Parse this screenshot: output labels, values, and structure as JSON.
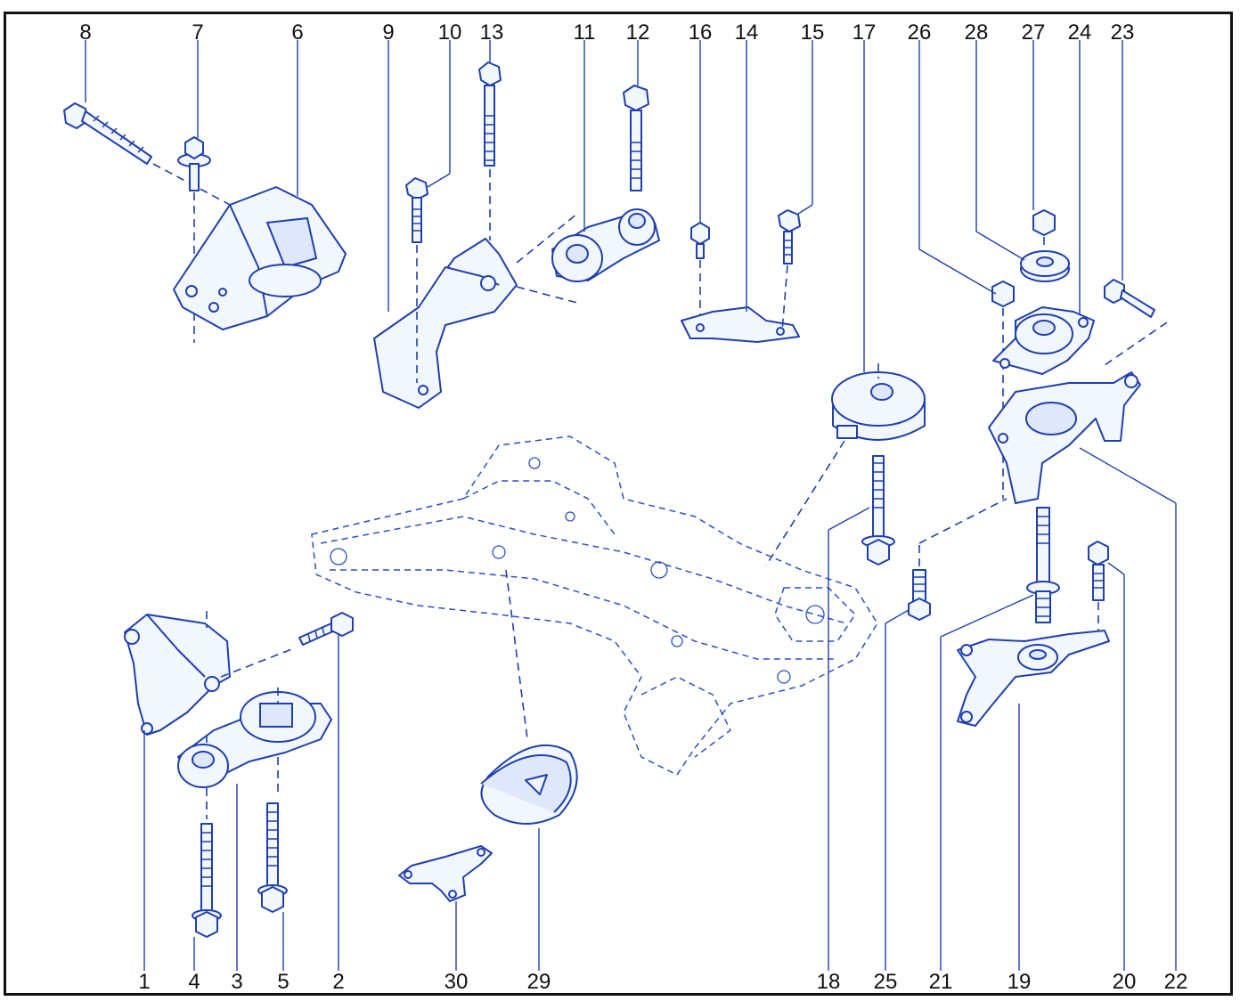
{
  "callouts": [
    {
      "id": "c8",
      "label": "8"
    },
    {
      "id": "c7",
      "label": "7"
    },
    {
      "id": "c6",
      "label": "6"
    },
    {
      "id": "c9",
      "label": "9"
    },
    {
      "id": "c10",
      "label": "10"
    },
    {
      "id": "c13",
      "label": "13"
    },
    {
      "id": "c11",
      "label": "11"
    },
    {
      "id": "c12",
      "label": "12"
    },
    {
      "id": "c16",
      "label": "16"
    },
    {
      "id": "c14",
      "label": "14"
    },
    {
      "id": "c15",
      "label": "15"
    },
    {
      "id": "c17",
      "label": "17"
    },
    {
      "id": "c26",
      "label": "26"
    },
    {
      "id": "c28",
      "label": "28"
    },
    {
      "id": "c27",
      "label": "27"
    },
    {
      "id": "c24",
      "label": "24"
    },
    {
      "id": "c23",
      "label": "23"
    },
    {
      "id": "c1",
      "label": "1"
    },
    {
      "id": "c4",
      "label": "4"
    },
    {
      "id": "c3",
      "label": "3"
    },
    {
      "id": "c5",
      "label": "5"
    },
    {
      "id": "c2",
      "label": "2"
    },
    {
      "id": "c30",
      "label": "30"
    },
    {
      "id": "c29",
      "label": "29"
    },
    {
      "id": "c18",
      "label": "18"
    },
    {
      "id": "c25",
      "label": "25"
    },
    {
      "id": "c21",
      "label": "21"
    },
    {
      "id": "c19",
      "label": "19"
    },
    {
      "id": "c20",
      "label": "20"
    },
    {
      "id": "c22",
      "label": "22"
    }
  ]
}
